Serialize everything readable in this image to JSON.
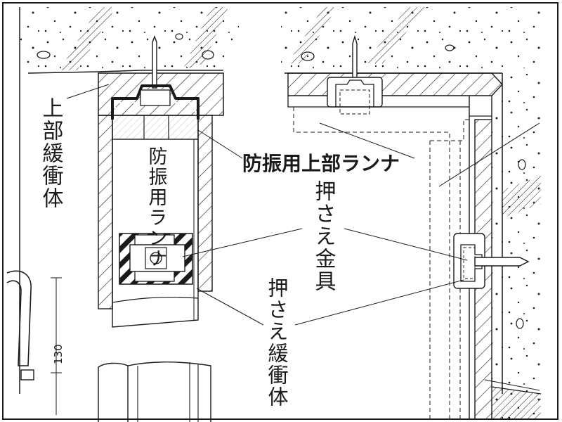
{
  "labels": {
    "upper_cushion": "上部緩衝体",
    "vibration_runner": "防振用ランナ",
    "vibration_upper_runner": "防振用上部ランナ",
    "press_fitting": "押さえ金具",
    "press_cushion": "押さえ緩衝体",
    "dimension_130": "130"
  },
  "colors": {
    "line": "#1a1a1a",
    "hatch": "#1a1a1a",
    "background": "#ffffff"
  }
}
